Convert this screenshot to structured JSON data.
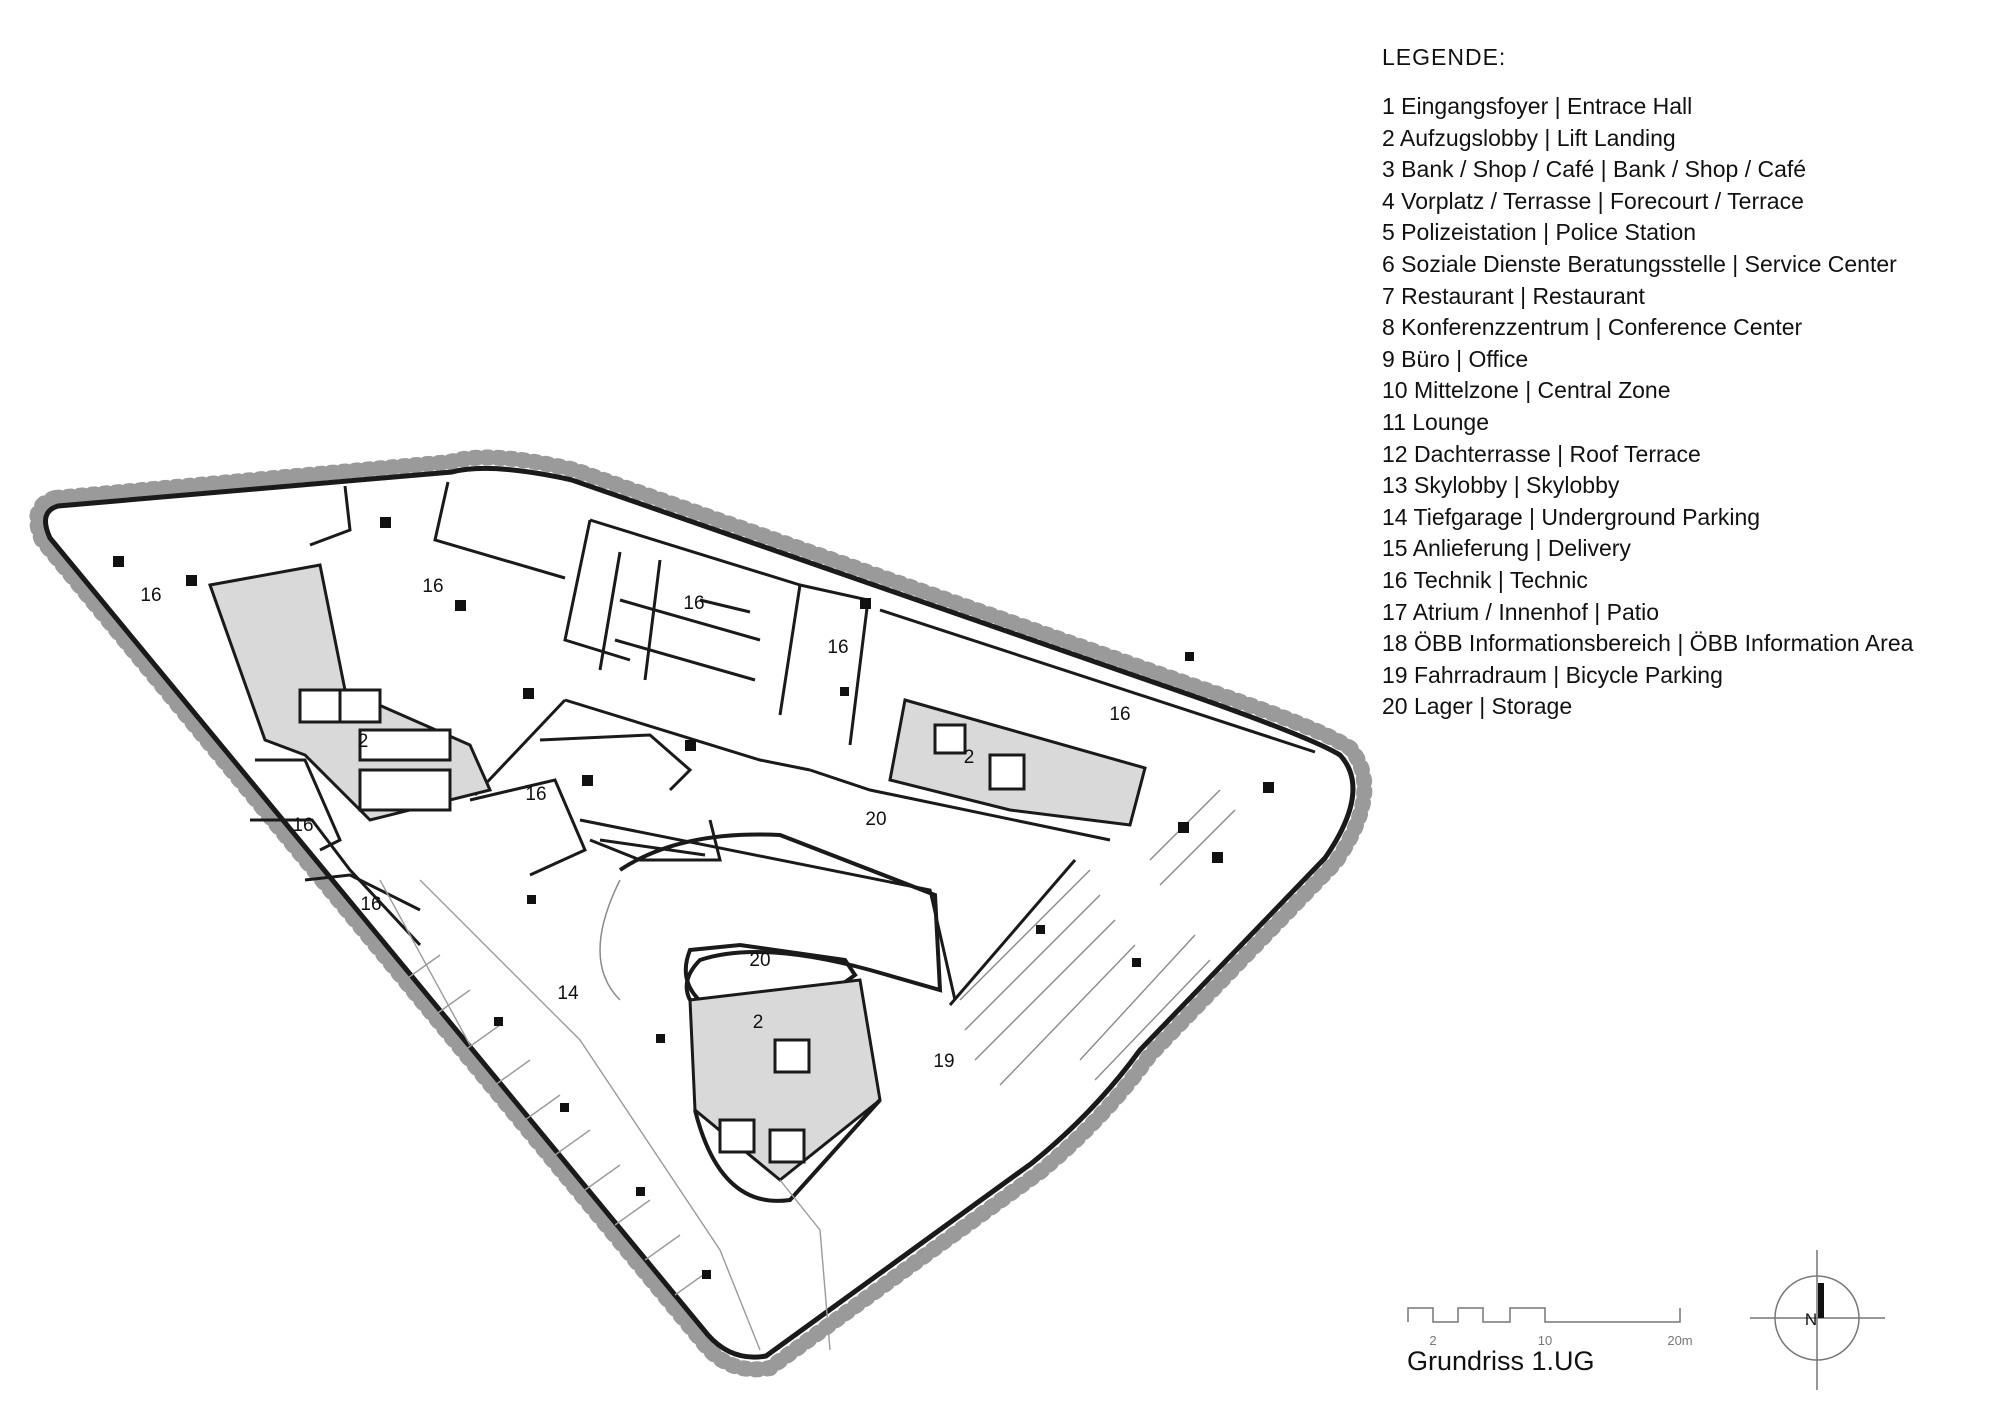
{
  "legend": {
    "title": "LEGENDE:",
    "items": [
      "1 Eingangsfoyer | Entrace Hall",
      "2 Aufzugslobby | Lift Landing",
      "3 Bank / Shop / Café | Bank / Shop / Café",
      "4 Vorplatz / Terrasse | Forecourt / Terrace",
      "5 Polizeistation | Police Station",
      "6 Soziale Dienste Beratungsstelle | Service Center",
      "7 Restaurant | Restaurant",
      "8 Konferenzzentrum | Conference Center",
      "9 Büro | Office",
      "10 Mittelzone | Central Zone",
      "11 Lounge",
      "12 Dachterrasse | Roof Terrace",
      "13 Skylobby | Skylobby",
      "14 Tiefgarage | Underground Parking",
      "15 Anlieferung | Delivery",
      "16 Technik | Technic",
      "17 Atrium / Innenhof | Patio",
      "18 ÖBB Informationsbereich | ÖBB Information Area",
      "19 Fahrradraum | Bicycle Parking",
      "20 Lager | Storage"
    ]
  },
  "plan_title": "Grundriss 1.UG",
  "scale_bar": {
    "labels": [
      "2",
      "10",
      "20m"
    ]
  },
  "north_label": "N",
  "rooms": [
    {
      "label": "16"
    },
    {
      "label": "16"
    },
    {
      "label": "16"
    },
    {
      "label": "16"
    },
    {
      "label": "16"
    },
    {
      "label": "16"
    },
    {
      "label": "16"
    },
    {
      "label": "16"
    },
    {
      "label": "2"
    },
    {
      "label": "2"
    },
    {
      "label": "2"
    },
    {
      "label": "20"
    },
    {
      "label": "20"
    },
    {
      "label": "14"
    },
    {
      "label": "19"
    }
  ],
  "colors": {
    "wall": "#1a1a1a",
    "core_fill": "#d9d9d9",
    "facade": "#9a9a9a"
  }
}
